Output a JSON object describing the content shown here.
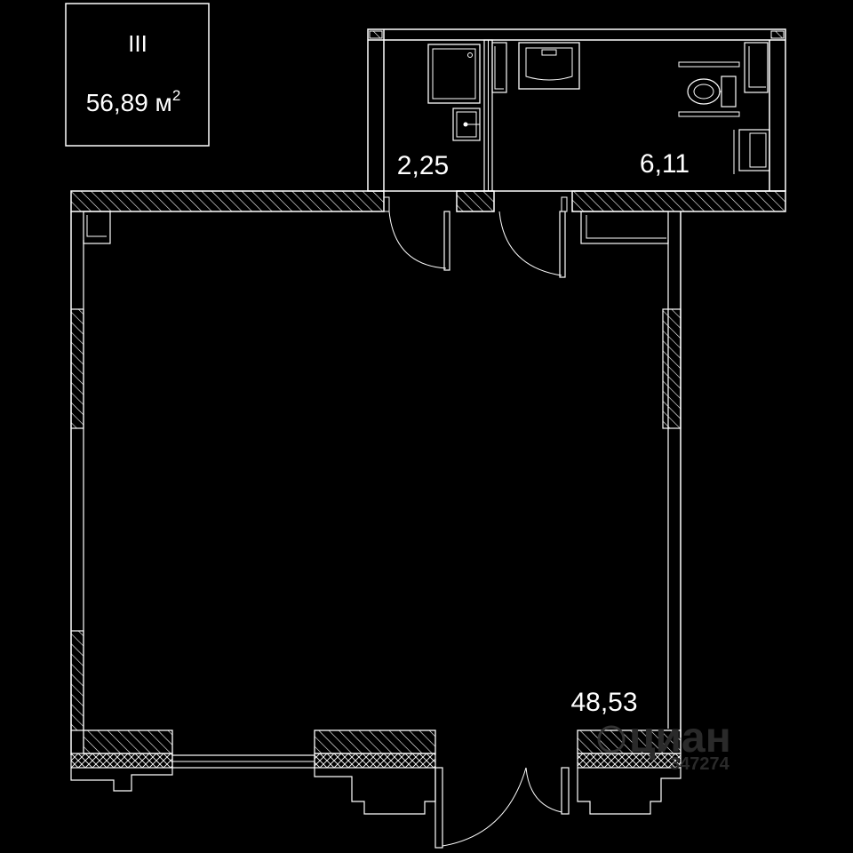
{
  "plan": {
    "unit_label": {
      "number": "III",
      "area_value": "56,89 м",
      "area_sup": "2"
    },
    "rooms": [
      {
        "id": "bathroom-small",
        "area": "2,25"
      },
      {
        "id": "bathroom-large",
        "area": "6,11"
      },
      {
        "id": "main-room",
        "area": "48,53"
      }
    ],
    "watermark": {
      "brand": "циан",
      "code": "347274"
    }
  },
  "colors": {
    "background": "#000000",
    "line": "#ffffff",
    "hatch": "#ffffff"
  }
}
